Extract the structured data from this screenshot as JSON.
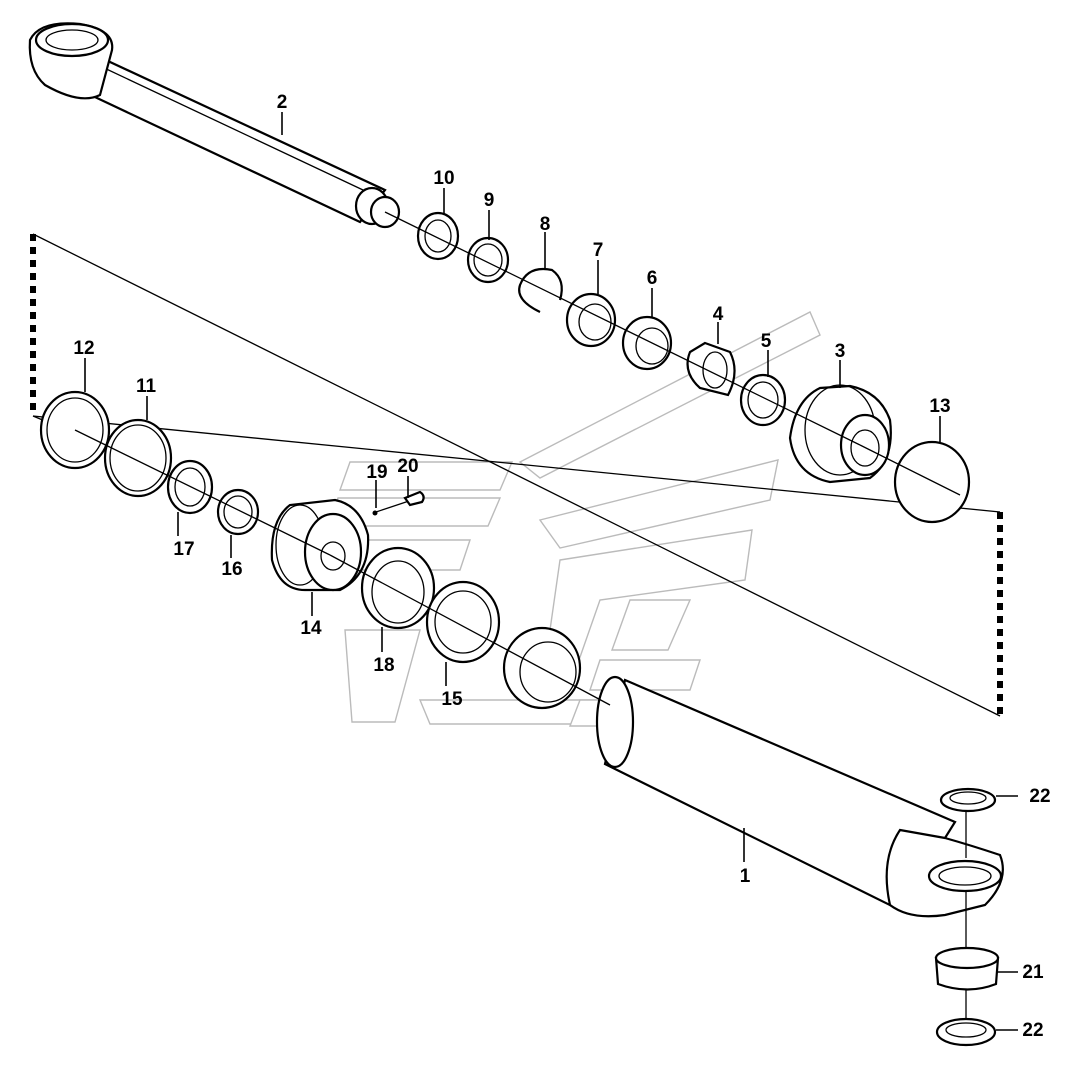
{
  "callouts": [
    {
      "id": "c2",
      "text": "2"
    },
    {
      "id": "c10",
      "text": "10"
    },
    {
      "id": "c9",
      "text": "9"
    },
    {
      "id": "c8",
      "text": "8"
    },
    {
      "id": "c7",
      "text": "7"
    },
    {
      "id": "c6",
      "text": "6"
    },
    {
      "id": "c4",
      "text": "4"
    },
    {
      "id": "c5",
      "text": "5"
    },
    {
      "id": "c3",
      "text": "3"
    },
    {
      "id": "c13",
      "text": "13"
    },
    {
      "id": "c12",
      "text": "12"
    },
    {
      "id": "c11",
      "text": "11"
    },
    {
      "id": "c17",
      "text": "17"
    },
    {
      "id": "c16",
      "text": "16"
    },
    {
      "id": "c19",
      "text": "19"
    },
    {
      "id": "c20",
      "text": "20"
    },
    {
      "id": "c14",
      "text": "14"
    },
    {
      "id": "c18",
      "text": "18"
    },
    {
      "id": "c15",
      "text": "15"
    },
    {
      "id": "c1",
      "text": "1"
    },
    {
      "id": "c22a",
      "text": "22"
    },
    {
      "id": "c21",
      "text": "21"
    },
    {
      "id": "c22b",
      "text": "22"
    }
  ]
}
